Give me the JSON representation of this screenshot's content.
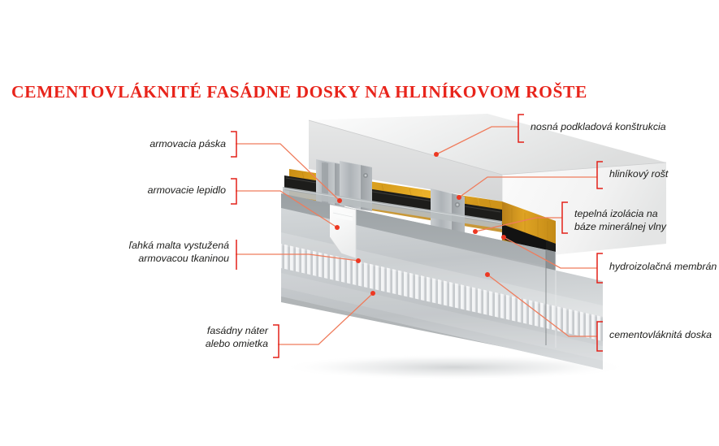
{
  "title": "CEMENTOVLÁKNITÉ FASÁDNE DOSKY NA HLINÍKOVOM ROŠTE",
  "colors": {
    "title_red": "#e8241b",
    "bracket_red": "#e32119",
    "leader_salmon": "#ef7c5c",
    "leader_red": "#ed3823",
    "mineral_wool": "#e0a01d",
    "membrane_black": "#1b1b1b",
    "board_grey": "#9fa4a7",
    "aluminium_grey": "#b7bcbf",
    "wall_white": "#f2f2f2",
    "text_black": "#1d1d1b"
  },
  "callouts": {
    "left": [
      {
        "id": "armovacia-paska",
        "label": "armovacia páska"
      },
      {
        "id": "armovacie-lepidlo",
        "label": "armovacie lepidlo"
      },
      {
        "id": "lahka-malta",
        "label": "ľahká malta vystužená\narmovacou tkaninou"
      },
      {
        "id": "fasadny-nater",
        "label": "fasádny náter\nalebo omietka"
      }
    ],
    "right": [
      {
        "id": "nosna-konstrukcia",
        "label": "nosná podkladová konštrukcia"
      },
      {
        "id": "hlinikovy-rost",
        "label": "hliníkový rošt"
      },
      {
        "id": "tepelna-izolacia",
        "label": "tepelná izolácia na\nbáze minerálnej vlny"
      },
      {
        "id": "hydroizolacna-membrana",
        "label": "hydroizolačná membrán"
      },
      {
        "id": "cementovlaknita-doska",
        "label": "cementovláknitá doska"
      }
    ]
  }
}
